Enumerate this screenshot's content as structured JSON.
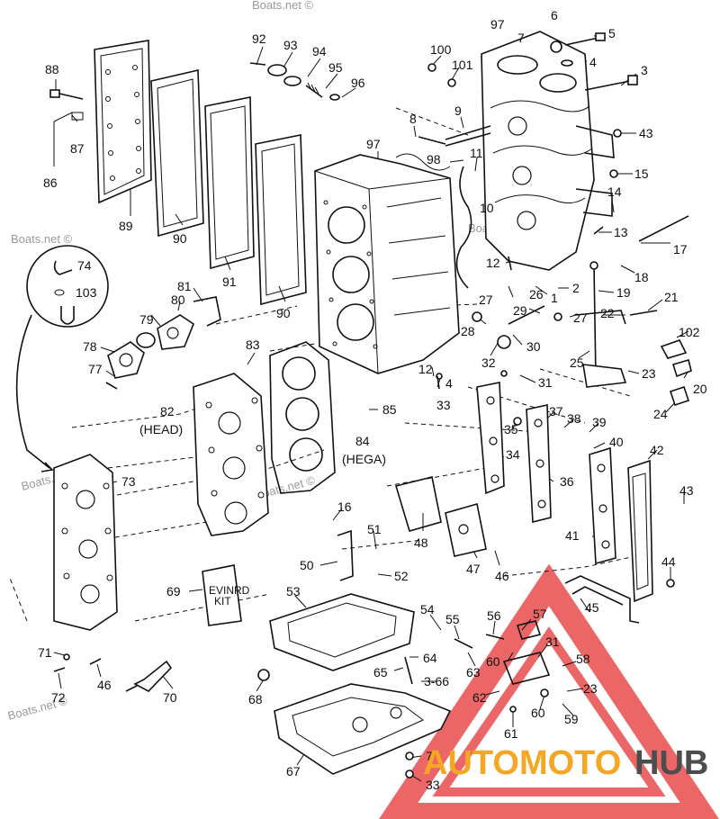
{
  "watermark": "Boats.net ©",
  "callouts": [
    {
      "id": "c-88",
      "text": "88"
    },
    {
      "id": "c-87",
      "text": "87"
    },
    {
      "id": "c-86",
      "text": "86"
    },
    {
      "id": "c-89",
      "text": "89"
    },
    {
      "id": "c-90a",
      "text": "90"
    },
    {
      "id": "c-91",
      "text": "91"
    },
    {
      "id": "c-90b",
      "text": "90"
    },
    {
      "id": "c-92",
      "text": "92"
    },
    {
      "id": "c-93",
      "text": "93"
    },
    {
      "id": "c-94",
      "text": "94"
    },
    {
      "id": "c-95",
      "text": "95"
    },
    {
      "id": "c-96",
      "text": "96"
    },
    {
      "id": "c-100",
      "text": "100"
    },
    {
      "id": "c-101",
      "text": "101"
    },
    {
      "id": "c-97a",
      "text": "97"
    },
    {
      "id": "c-6",
      "text": "6"
    },
    {
      "id": "c-7a",
      "text": "7"
    },
    {
      "id": "c-5",
      "text": "5"
    },
    {
      "id": "c-4a",
      "text": "4"
    },
    {
      "id": "c-3",
      "text": "3"
    },
    {
      "id": "c-8",
      "text": "8"
    },
    {
      "id": "c-9",
      "text": "9"
    },
    {
      "id": "c-43a",
      "text": "43"
    },
    {
      "id": "c-97b",
      "text": "97"
    },
    {
      "id": "c-98",
      "text": "98"
    },
    {
      "id": "c-11",
      "text": "11"
    },
    {
      "id": "c-15",
      "text": "15"
    },
    {
      "id": "c-14",
      "text": "14"
    },
    {
      "id": "c-10",
      "text": "10"
    },
    {
      "id": "c-13",
      "text": "13"
    },
    {
      "id": "c-17",
      "text": "17"
    },
    {
      "id": "c-12a",
      "text": "12"
    },
    {
      "id": "c-18",
      "text": "18"
    },
    {
      "id": "c-74",
      "text": "74"
    },
    {
      "id": "c-103",
      "text": "103"
    },
    {
      "id": "c-81",
      "text": "81"
    },
    {
      "id": "c-80",
      "text": "80"
    },
    {
      "id": "c-79",
      "text": "79"
    },
    {
      "id": "c-2",
      "text": "2"
    },
    {
      "id": "c-1",
      "text": "1"
    },
    {
      "id": "c-19",
      "text": "19"
    },
    {
      "id": "c-26",
      "text": "26"
    },
    {
      "id": "c-21",
      "text": "21"
    },
    {
      "id": "c-27a",
      "text": "27"
    },
    {
      "id": "c-29",
      "text": "29"
    },
    {
      "id": "c-27b",
      "text": "27"
    },
    {
      "id": "c-22",
      "text": "22"
    },
    {
      "id": "c-28",
      "text": "28"
    },
    {
      "id": "c-30",
      "text": "30"
    },
    {
      "id": "c-102",
      "text": "102"
    },
    {
      "id": "c-78",
      "text": "78"
    },
    {
      "id": "c-77",
      "text": "77"
    },
    {
      "id": "c-83",
      "text": "83"
    },
    {
      "id": "c-32",
      "text": "32"
    },
    {
      "id": "c-25",
      "text": "25"
    },
    {
      "id": "c-23a",
      "text": "23"
    },
    {
      "id": "c-12b",
      "text": "12"
    },
    {
      "id": "c-4b",
      "text": "4"
    },
    {
      "id": "c-31a",
      "text": "31"
    },
    {
      "id": "c-20",
      "text": "20"
    },
    {
      "id": "c-82",
      "text": "82"
    },
    {
      "id": "c-head",
      "text": "(HEAD)"
    },
    {
      "id": "c-33a",
      "text": "33"
    },
    {
      "id": "c-85",
      "text": "85"
    },
    {
      "id": "c-24",
      "text": "24"
    },
    {
      "id": "c-37",
      "text": "37"
    },
    {
      "id": "c-38",
      "text": "38"
    },
    {
      "id": "c-39",
      "text": "39"
    },
    {
      "id": "c-35",
      "text": "35"
    },
    {
      "id": "c-40",
      "text": "40"
    },
    {
      "id": "c-84",
      "text": "84"
    },
    {
      "id": "c-hega",
      "text": "(HEGA)"
    },
    {
      "id": "c-34",
      "text": "34"
    },
    {
      "id": "c-42",
      "text": "42"
    },
    {
      "id": "c-73",
      "text": "73"
    },
    {
      "id": "c-36",
      "text": "36"
    },
    {
      "id": "c-43b",
      "text": "43"
    },
    {
      "id": "c-16",
      "text": "16"
    },
    {
      "id": "c-51",
      "text": "51"
    },
    {
      "id": "c-41",
      "text": "41"
    },
    {
      "id": "c-48",
      "text": "48"
    },
    {
      "id": "c-50",
      "text": "50"
    },
    {
      "id": "c-47",
      "text": "47"
    },
    {
      "id": "c-52",
      "text": "52"
    },
    {
      "id": "c-46a",
      "text": "46"
    },
    {
      "id": "c-44",
      "text": "44"
    },
    {
      "id": "c-69",
      "text": "69"
    },
    {
      "id": "c-53",
      "text": "53"
    },
    {
      "id": "c-45",
      "text": "45"
    },
    {
      "id": "c-54",
      "text": "54"
    },
    {
      "id": "c-56",
      "text": "56"
    },
    {
      "id": "c-57",
      "text": "57"
    },
    {
      "id": "c-55",
      "text": "55"
    },
    {
      "id": "c-31b",
      "text": "31"
    },
    {
      "id": "c-64",
      "text": "64"
    },
    {
      "id": "c-71",
      "text": "71"
    },
    {
      "id": "c-60a",
      "text": "60"
    },
    {
      "id": "c-63",
      "text": "63"
    },
    {
      "id": "c-65",
      "text": "65"
    },
    {
      "id": "c-58",
      "text": "58"
    },
    {
      "id": "c-46b",
      "text": "46"
    },
    {
      "id": "c-3-66",
      "text": "3-66"
    },
    {
      "id": "c-72",
      "text": "72"
    },
    {
      "id": "c-70",
      "text": "70"
    },
    {
      "id": "c-68",
      "text": "68"
    },
    {
      "id": "c-62",
      "text": "62"
    },
    {
      "id": "c-23b",
      "text": "23"
    },
    {
      "id": "c-60b",
      "text": "60"
    },
    {
      "id": "c-59",
      "text": "59"
    },
    {
      "id": "c-61",
      "text": "61"
    },
    {
      "id": "c-67",
      "text": "67"
    },
    {
      "id": "c-7b",
      "text": "7"
    },
    {
      "id": "c-33b",
      "text": "33"
    }
  ],
  "logo": {
    "part1": "AUTOMOTO",
    "part2": "HUB",
    "color1": "#f5a623",
    "color2": "#4d4d4d",
    "triangle_color": "#e84b4b"
  },
  "label_69_box": {
    "line1": "EVINRD",
    "line2": "KIT"
  }
}
